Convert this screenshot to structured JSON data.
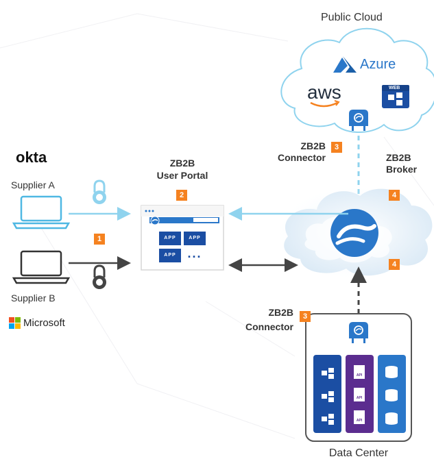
{
  "public_cloud": {
    "title": "Public Cloud",
    "azure": "Azure",
    "aws": "aws",
    "web": "WEB"
  },
  "connector_top": {
    "label_line1": "ZB2B",
    "label_line2": "Connector",
    "step": "3"
  },
  "broker": {
    "label_line1": "ZB2B",
    "label_line2": "Broker",
    "step_top": "4",
    "step_bottom": "4"
  },
  "portal": {
    "label_line1": "ZB2B",
    "label_line2": "User Portal",
    "step": "2",
    "apps": [
      "APP",
      "APP",
      "APP",
      "..."
    ]
  },
  "suppliers": {
    "step": "1",
    "a": {
      "brand": "okta",
      "name": "Supplier A"
    },
    "b": {
      "brand": "Microsoft",
      "name": "Supplier B"
    }
  },
  "connector_bottom": {
    "label_line1": "ZB2B",
    "label_line2": "Connector",
    "step": "3"
  },
  "data_center": {
    "title": "Data Center",
    "api_label": "API"
  },
  "colors": {
    "orange": "#f58220",
    "zs_blue": "#2a77c9",
    "light_blue": "#8fd3ee",
    "navy": "#1b4ea3",
    "purple": "#5b2d8f",
    "dark": "#333333"
  }
}
